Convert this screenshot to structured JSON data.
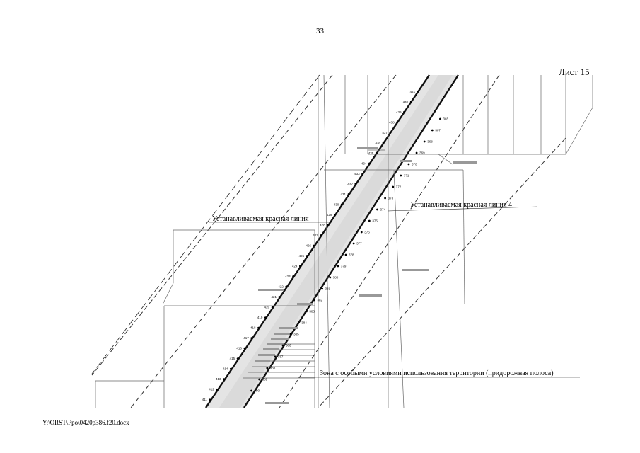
{
  "page": {
    "number": "33",
    "sheet": "Лист 15",
    "footer": "Y:\\ORST\\Ppo\\0420p386.f20.docx"
  },
  "map": {
    "labels": {
      "red_line_left": "Устанавливаемая красная линия",
      "red_line_right": "Устанавливаемая красная линия 4",
      "roadside_zone": "Зона с особыми условиями использования территории (придорожная полоса)"
    },
    "line_styles": {
      "parcel_boundary": "#555555",
      "red_line": "#111111",
      "zone_boundary": "#333333",
      "road_fill": "#e6e6e6"
    },
    "point_numbers_left": [
      "441",
      "440",
      "439",
      "438",
      "437",
      "436",
      "435",
      "434",
      "433",
      "432",
      "431",
      "430",
      "429",
      "428",
      "427",
      "426",
      "425",
      "424",
      "423",
      "422",
      "421",
      "420",
      "419",
      "418",
      "417",
      "416",
      "415",
      "414",
      "413",
      "412",
      "411"
    ],
    "point_numbers_right": [
      "365",
      "367",
      "368",
      "369",
      "370",
      "371",
      "372",
      "373",
      "374",
      "375",
      "376",
      "377",
      "378",
      "379",
      "380",
      "381",
      "382",
      "383",
      "384",
      "385",
      "386",
      "387",
      "388",
      "389",
      "390"
    ]
  }
}
